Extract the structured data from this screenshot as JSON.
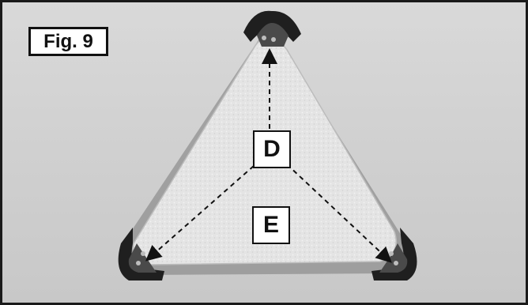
{
  "figure": {
    "label": "Fig. 9"
  },
  "callouts": {
    "top_label": "D",
    "bottom_label": "E"
  },
  "colors": {
    "frame": "#1a1a1a",
    "background": "#d0d0d0",
    "pad": "#e6e6e6",
    "corner_cap": "#222222",
    "arrow": "#111111"
  }
}
